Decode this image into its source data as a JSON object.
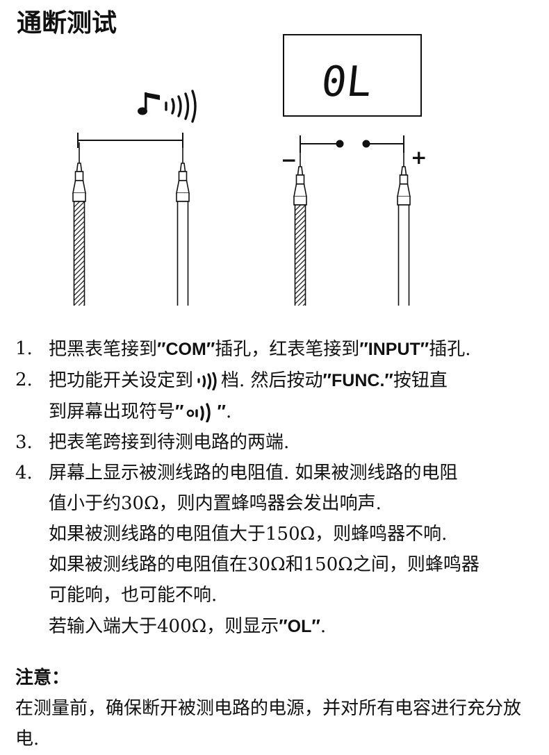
{
  "title": "通断测试",
  "figure": {
    "display_text": "0L",
    "minus_label": "−",
    "plus_label": "+",
    "icons": [
      "music-note-icon",
      "sound-waves-icon",
      "probe-icon"
    ]
  },
  "steps": [
    {
      "num": "1.",
      "t1": "把黑表笔接到",
      "q1": "″",
      "k1": "COM",
      "q2": "″",
      "t2": "插孔，红表笔接到",
      "q3": "″",
      "k2": "INPUT",
      "q4": "″",
      "t3": "插孔."
    },
    {
      "num": "2.",
      "t1": "把功能开关设定到",
      "t2": "档. 然后按动",
      "q1": "″",
      "k1": "FUNC.",
      "q2": "″",
      "t3": "按钮直",
      "t4": "到屏幕出现符号",
      "q3": "″",
      "q4": "″",
      "t5": "."
    },
    {
      "num": "3.",
      "t1": "把表笔跨接到待测电路的两端."
    },
    {
      "num": "4.",
      "lines": [
        "屏幕上显示被测线路的电阻值. 如果被测线路的电阻",
        "值小于约30Ω，则内置蜂鸣器会发出响声.",
        "如果被测线路的电阻值大于150Ω，则蜂鸣器不响.",
        "如果被测线路的电阻值在30Ω和150Ω之间，则蜂鸣器",
        "可能响，也可能不响."
      ],
      "last_prefix": "若输入端大于400Ω，则显示",
      "q1": "″",
      "k1": "OL",
      "q2": "″",
      "last_suffix": "."
    }
  ],
  "note": {
    "title": "注意：",
    "text": "在测量前，确保断开被测电路的电源，并对所有电容进行充分放电."
  }
}
